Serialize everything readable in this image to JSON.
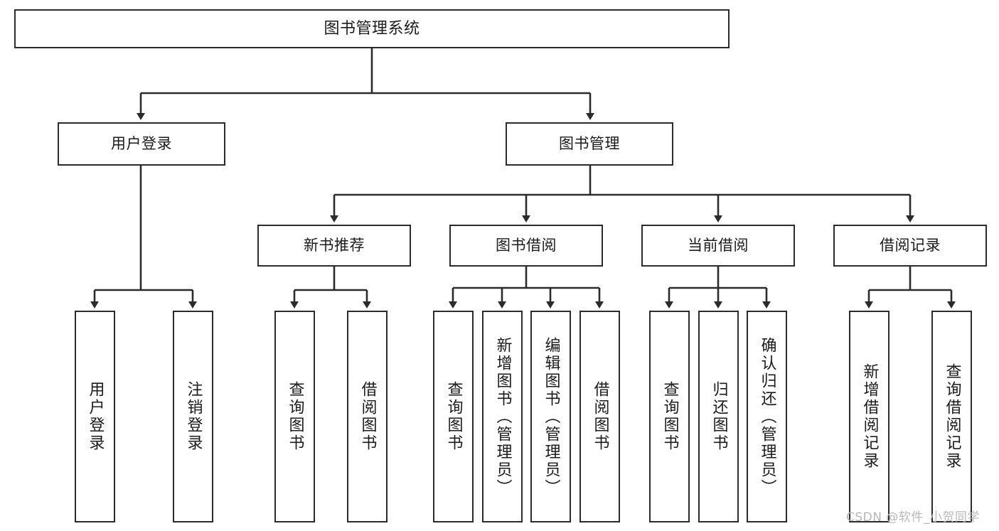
{
  "diagram": {
    "type": "tree-hierarchy-chart",
    "title": "图书管理系统",
    "watermark": "CSDN @软件_小贺同学",
    "colors": {
      "box_border": "#2b2b2b",
      "box_fill": "#ffffff",
      "edge": "#2b2b2b",
      "text": "#1b1b1b",
      "watermark": "#b9b9b9",
      "background": "#ffffff"
    },
    "nodes": {
      "root": {
        "id": "root",
        "label": "图书管理系统",
        "level": 1,
        "orientation": "horizontal"
      },
      "level2": [
        {
          "id": "user-login",
          "label": "用户登录",
          "level": 2,
          "orientation": "horizontal",
          "parent": "root"
        },
        {
          "id": "book-management",
          "label": "图书管理",
          "level": 2,
          "orientation": "horizontal",
          "parent": "root"
        }
      ],
      "level3": [
        {
          "id": "new-book-recommend",
          "label": "新书推荐",
          "level": 3,
          "orientation": "horizontal",
          "parent": "book-management"
        },
        {
          "id": "book-borrow",
          "label": "图书借阅",
          "level": 3,
          "orientation": "horizontal",
          "parent": "book-management"
        },
        {
          "id": "current-borrow",
          "label": "当前借阅",
          "level": 3,
          "orientation": "horizontal",
          "parent": "book-management"
        },
        {
          "id": "borrow-record",
          "label": "借阅记录",
          "level": 3,
          "orientation": "horizontal",
          "parent": "book-management"
        }
      ],
      "leaves": [
        {
          "id": "leaf-user-login",
          "label": "用户登录",
          "parent": "user-login",
          "orientation": "vertical"
        },
        {
          "id": "leaf-logout",
          "label": "注销登录",
          "parent": "user-login",
          "orientation": "vertical"
        },
        {
          "id": "leaf-query-book-1",
          "label": "查询图书",
          "parent": "new-book-recommend",
          "orientation": "vertical"
        },
        {
          "id": "leaf-borrow-book-1",
          "label": "借阅图书",
          "parent": "new-book-recommend",
          "orientation": "vertical"
        },
        {
          "id": "leaf-query-book-2",
          "label": "查询图书",
          "parent": "book-borrow",
          "orientation": "vertical"
        },
        {
          "id": "leaf-add-book",
          "label": "新增图书（管理员）",
          "parent": "book-borrow",
          "orientation": "vertical"
        },
        {
          "id": "leaf-edit-book",
          "label": "编辑图书（管理员）",
          "parent": "book-borrow",
          "orientation": "vertical"
        },
        {
          "id": "leaf-borrow-book-2",
          "label": "借阅图书",
          "parent": "book-borrow",
          "orientation": "vertical"
        },
        {
          "id": "leaf-query-book-3",
          "label": "查询图书",
          "parent": "current-borrow",
          "orientation": "vertical"
        },
        {
          "id": "leaf-return-book",
          "label": "归还图书",
          "parent": "current-borrow",
          "orientation": "vertical"
        },
        {
          "id": "leaf-confirm-return",
          "label": "确认归还（管理员）",
          "parent": "current-borrow",
          "orientation": "vertical"
        },
        {
          "id": "leaf-add-record",
          "label": "新增借阅记录",
          "parent": "borrow-record",
          "orientation": "vertical"
        },
        {
          "id": "leaf-query-record",
          "label": "查询借阅记录",
          "parent": "borrow-record",
          "orientation": "vertical"
        }
      ]
    }
  }
}
